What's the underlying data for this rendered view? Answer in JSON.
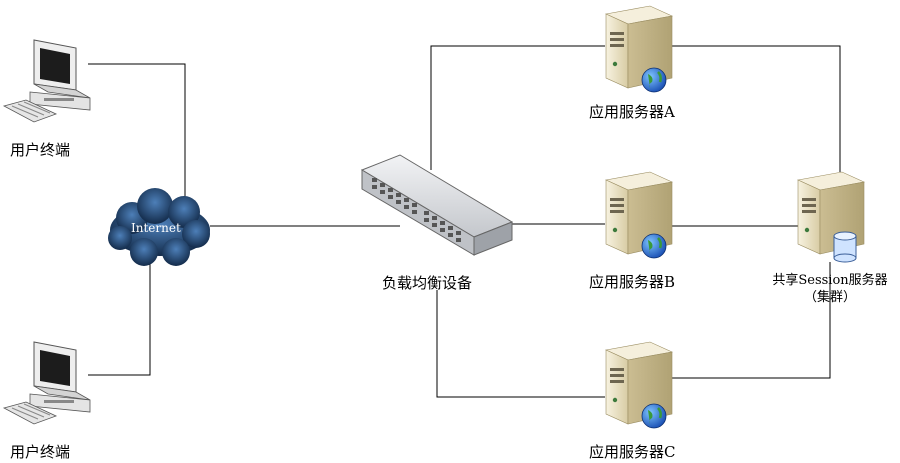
{
  "labels": {
    "terminal_top": "用户终端",
    "terminal_bottom": "用户终端",
    "internet": "Internet",
    "load_balancer": "负载均衡设备",
    "server_a": "应用服务器A",
    "server_b": "应用服务器B",
    "server_c": "应用服务器C",
    "session_server_line1": "共享Session服务器",
    "session_server_line2": "（集群）"
  },
  "icons": {
    "terminal": "desktop-computer-icon",
    "internet": "cloud-icon",
    "load_balancer": "network-switch-icon",
    "app_server": "web-server-icon",
    "session_server": "database-server-icon"
  },
  "colors": {
    "line": "#000000",
    "cloud": "#1f3a5c",
    "server_body": "#e9e0c4",
    "switch_body": "#d9dadc"
  }
}
